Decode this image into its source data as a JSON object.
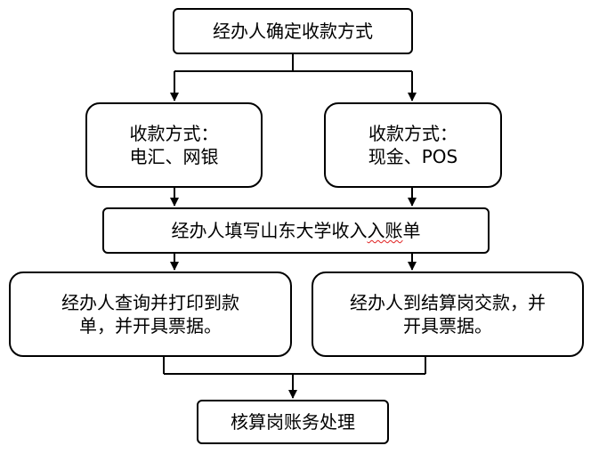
{
  "flow": {
    "confirm_method": "经办人确定收款方式",
    "left_method": {
      "line1": "收款方式：",
      "line2": "电汇、网银"
    },
    "right_method": {
      "line1": "收款方式：",
      "line2": "现金、POS"
    },
    "fill_form": {
      "text_before": "经办人填写山东大学收入",
      "text_flagged": "入账",
      "text_after": "单"
    },
    "query_print": {
      "line1": "经办人查询并打印到款",
      "line2": "单，并开具票据。"
    },
    "pay_cashier": {
      "line1": "经办人到结算岗交款，并",
      "line2": "开具票据。"
    },
    "accounting": "核算岗账务处理"
  },
  "colors": {
    "stroke": "#000000",
    "background": "#ffffff",
    "spellcheck_underline": "#e02020"
  }
}
